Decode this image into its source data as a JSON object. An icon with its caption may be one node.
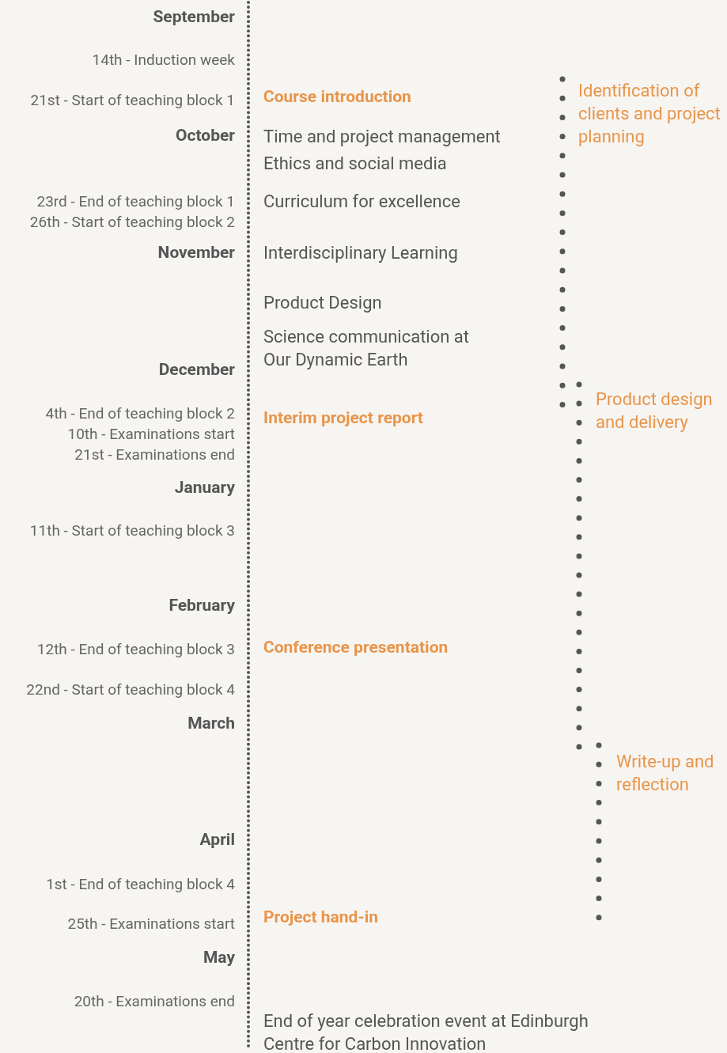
{
  "diagram": {
    "labels": [
      "September",
      "14th - Induction week",
      "21st - Start of teaching block 1",
      "Course introduction",
      "Identification of clients and project planning",
      "October",
      "Time and project management",
      "Ethics and social media",
      "23rd - End of teaching block 1",
      "Curriculum for excellence",
      "26th - Start of teaching block 2",
      "November",
      "Interdisciplinary Learning",
      "Product Design",
      "Science communication at Our Dynamic Earth",
      "December",
      "Product design and delivery",
      "4th - End of teaching block 2",
      "Interim project report",
      "10th - Examinations start",
      "21st - Examinations end",
      "January",
      "11th - Start of teaching block 3",
      "February",
      "12th - End of teaching block 3",
      "Conference presentation",
      "22nd - Start of teaching block 4",
      "March",
      "Write-up and reflection",
      "April",
      "1st - End of teaching block 4",
      "25th - Examinations start",
      "Project hand-in",
      "May",
      "20th - Examinations end",
      "End of year celebration event at Edinburgh Centre for Carbon Innovation"
    ]
  }
}
